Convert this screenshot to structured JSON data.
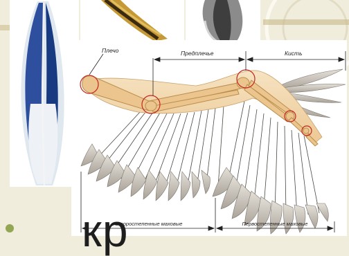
{
  "slide": {
    "heading_fragment": "кр",
    "colors": {
      "background": "#f1eddc",
      "bone": "#ecc58e",
      "feather": "#c2bcb3",
      "highlight_circle": "#c2261f",
      "label_text": "#222222"
    }
  },
  "diagram": {
    "labels": {
      "shoulder": "Плечо",
      "forearm": "Предплечье",
      "hand": "Кисть",
      "secondary_flight_feathers": "Второстепенные маховые",
      "primary_flight_feathers": "Первостепенные маховые"
    }
  },
  "photos": [
    {
      "name": "blue-feather-photo",
      "icon": "blue-feather"
    },
    {
      "name": "golden-feather-photo",
      "icon": "golden-feather"
    },
    {
      "name": "grey-feather-photo",
      "icon": "grey-feather"
    }
  ]
}
